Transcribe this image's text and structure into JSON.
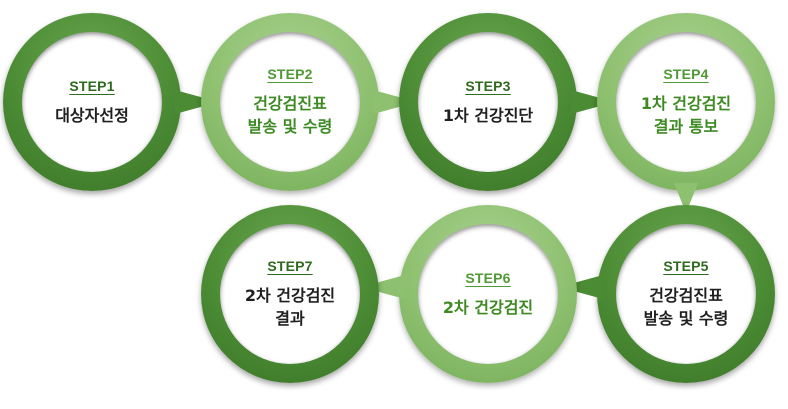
{
  "steps": [
    {
      "label": "STEP1",
      "text": "대상자선정"
    },
    {
      "label": "STEP2",
      "text": "건강검진표\n발송 및 수령"
    },
    {
      "label": "STEP3",
      "text": "1차 건강진단"
    },
    {
      "label": "STEP4",
      "text": "1차 건강검진\n결과 통보"
    },
    {
      "label": "STEP5",
      "text": "건강검진표\n발송 및 수령"
    },
    {
      "label": "STEP6",
      "text": "2차 건강검진"
    },
    {
      "label": "STEP7",
      "text": "2차 건강검진\n결과"
    }
  ],
  "colors": {
    "dark": "#4b8b34",
    "light": "#8dc06f",
    "dark_text": "#1f1f1f",
    "light_text": "#3d8a22"
  }
}
